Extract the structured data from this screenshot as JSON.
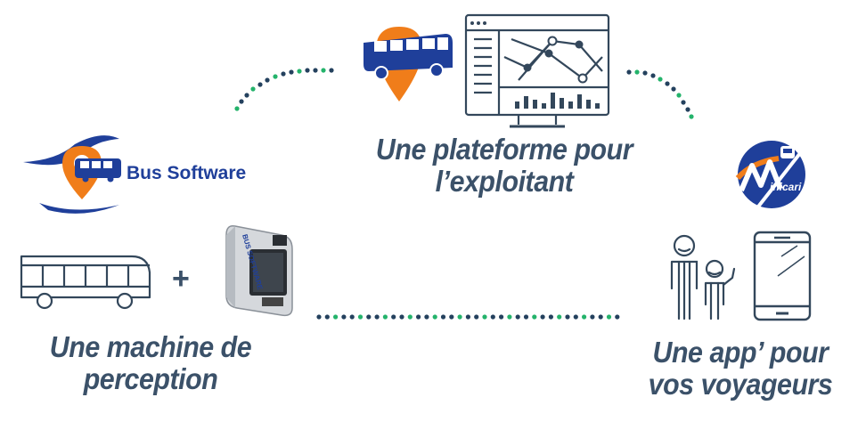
{
  "logo": {
    "brand_text": "Bus Software"
  },
  "winicari": {
    "text": "inicari"
  },
  "device": {
    "text": "BUS SOFTWARE"
  },
  "platform": {
    "caption_line1": "Une plateforme pour",
    "caption_line2": "l’exploitant"
  },
  "machine": {
    "caption_line1": "Une machine de",
    "caption_line2": "perception",
    "plus": "+"
  },
  "app": {
    "caption_line1": "Une app’ pour",
    "caption_line2": "vos voyageurs"
  },
  "colors": {
    "text": "#3b5169",
    "bus_blue": "#1f3f9a",
    "pin_orange": "#f07d1a",
    "dot_navy": "#24415e",
    "dot_green": "#24b36b",
    "outline": "#33475b"
  }
}
